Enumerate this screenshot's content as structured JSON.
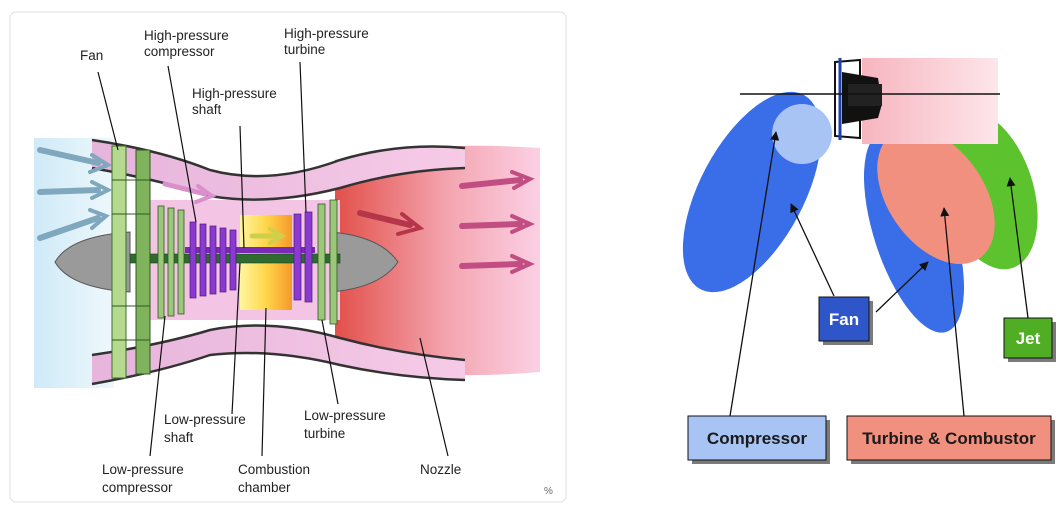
{
  "engine_diagram": {
    "labels": {
      "fan": "Fan",
      "hp_compressor_1": "High-pressure",
      "hp_compressor_2": "compressor",
      "hp_turbine_1": "High-pressure",
      "hp_turbine_2": "turbine",
      "hp_shaft_1": "High-pressure",
      "hp_shaft_2": "shaft",
      "lp_shaft_1": "Low-pressure",
      "lp_shaft_2": "shaft",
      "lp_turbine_1": "Low-pressure",
      "lp_turbine_2": "turbine",
      "lp_compressor_1": "Low-pressure",
      "lp_compressor_2": "compressor",
      "combustion_1": "Combustion",
      "combustion_2": "chamber",
      "nozzle": "Nozzle",
      "corner_mark": "%"
    }
  },
  "noise_diagram": {
    "labels": {
      "fan": "Fan",
      "jet": "Jet",
      "compressor": "Compressor",
      "turbine_combustor": "Turbine & Combustor"
    },
    "colors": {
      "blue_lobe": "#3a6de8",
      "light_blue_lobe": "#a8c4f5",
      "salmon_lobe": "#f29080",
      "green_lobe": "#5cc22e"
    }
  }
}
